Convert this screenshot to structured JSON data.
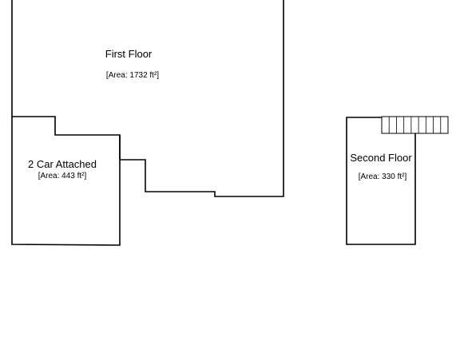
{
  "rooms": {
    "first_floor": {
      "name": "First Floor",
      "area": "[Area: 1732 ft²]"
    },
    "garage": {
      "name": "2 Car Attached",
      "area": "[Area: 443 ft²]"
    },
    "second_floor": {
      "name": "Second Floor",
      "area": "[Area: 330 ft²]"
    }
  },
  "colors": {
    "line": "#000000",
    "background": "#ffffff"
  }
}
